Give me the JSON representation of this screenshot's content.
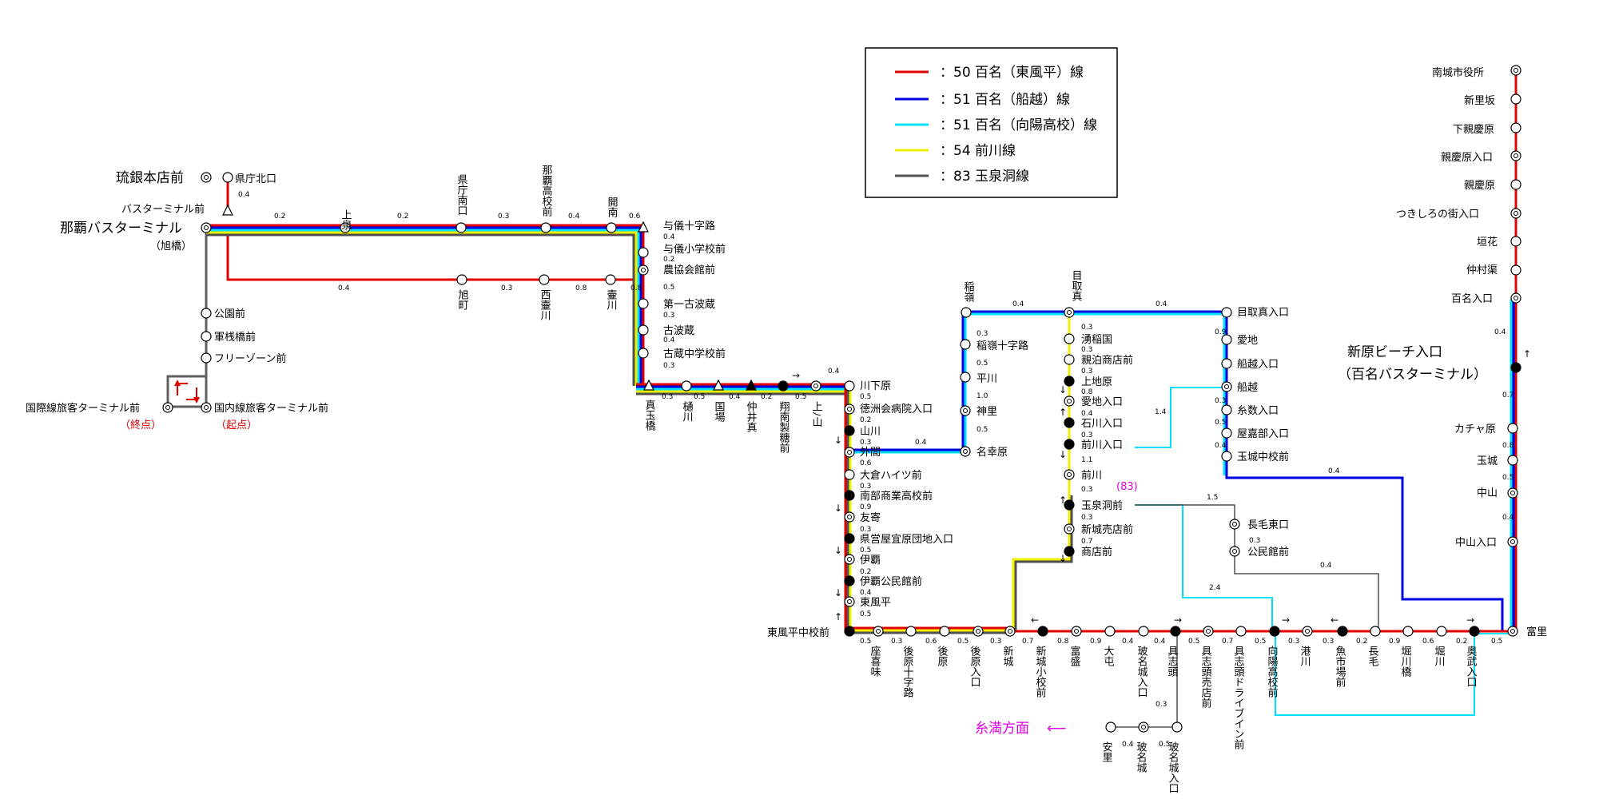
{
  "legend": {
    "items": [
      {
        "color": "#e00000",
        "label": "：50  百名（東風平）線"
      },
      {
        "color": "#0000e0",
        "label": "：51  百名（船越）線"
      },
      {
        "color": "#00e0ff",
        "label": "：51  百名（向陽高校）線"
      },
      {
        "color": "#f0f000",
        "label": "：54  前川線"
      },
      {
        "color": "#505050",
        "label": "：83  玉泉洞線"
      }
    ]
  },
  "labels": {
    "ryugin": "琉銀本店前",
    "kenchokitaguchi": "県庁北口",
    "busterminal_mae": "バスターミナル前",
    "naha_bt": "那覇バスターミナル",
    "asahibashi": "（旭橋）",
    "kenchominamiguchi": "県庁南口",
    "uenoizumi": "上泉",
    "naha_koukou": "那覇高校前",
    "kainan": "開南",
    "yogi_jujiro": "与儀十字路",
    "yogi_shogakko": "与儀小学校前",
    "nokyo_kaikan": "農協会館前",
    "daiichi_kohagura": "第一古波蔵",
    "kohagura": "古波蔵",
    "kohagura_chugakko": "古蔵中学校前",
    "asahimachi": "旭町",
    "nishitsubogawa": "西壷川",
    "tsubogawa": "壷川",
    "koenmae": "公園前",
    "gunsanbashi": "軍桟橋前",
    "free_zone": "フリーゾーン前",
    "kokusai": "国際線旅客ターミナル前",
    "kokunai": "国内線旅客ターミナル前",
    "shuten": "（終点）",
    "kiten": "（起点）",
    "madanbashi": "真玉橋",
    "hikawa": "樋川",
    "kokuba": "国場",
    "naka_imama": "仲井真",
    "shonan_seito": "翔南製糖前",
    "kamiyama": "上ﾉ山",
    "kawashimobaru": "川下原",
    "tokushukai": "徳洲会病院入口",
    "yamakawa": "山川",
    "hokama": "外間",
    "okura_heights": "大倉ハイツ前",
    "nanbu_shogyo": "南部商業高校前",
    "tomoyose": "友寄",
    "kenei_yaese": "県営屋宜原団地入口",
    "iha": "伊覇",
    "iha_kouminkan": "伊覇公民館前",
    "kochinda": "東風平",
    "kochinda_chugakko": "東風平中校前",
    "inamine": "稲嶺",
    "inamine_jujiro": "稲嶺十字路",
    "hirakawa": "平川",
    "kamisato_s": "神里",
    "nakoshibaru": "名幸原",
    "medoruma": "目取真",
    "medoruma_iriguchi": "目取真入口",
    "wakinaguni": "湧稲国",
    "oyadomari": "親泊商店前",
    "uechibaru": "上地原",
    "aichi_iriguchi": "愛地入口",
    "ishikawa_iriguchi": "石川入口",
    "maekawa_iriguchi": "前川入口",
    "maekawa": "前川",
    "gyokusendo": "玉泉洞前",
    "shinjo_baiten": "新城売店前",
    "shoten": "商店前",
    "aichi": "愛地",
    "funakoshi_iriguchi": "船越入口",
    "funakoshi": "船越",
    "itokazu_iriguchi": "糸数入口",
    "yakabu_iriguchi": "屋嘉部入口",
    "tamagusuku_chukou": "玉城中校前",
    "route83": "(83)",
    "nagake_higashi": "長毛東口",
    "kouminkan": "公民館前",
    "zakimi": "座喜味",
    "gohara_jujiro": "後原十字路",
    "gohara": "後原",
    "gohara_iriguchi": "後原入口",
    "shinjo": "新城",
    "shinjo_shoko": "新城小校前",
    "tomimori": "富盛",
    "ohzato": "大屯",
    "tamagusuku_iriguchi": "玻名城入口",
    "gushichan": "具志頭",
    "gushichan_baiten": "具志頭売店前",
    "gushichan_drivein": "具志頭ドライブイン前",
    "koyo_koukou": "向陽高校前",
    "minatogawa": "港川",
    "uoichiba": "魚市場前",
    "nagake": "長毛",
    "horikawabashi": "堀川橋",
    "horikawa": "堀川",
    "okutake_iriguchi": "奥武入口",
    "yaeyama": "富里",
    "itoman": "糸満方面",
    "arrow_left": "⟵",
    "asato": "安里",
    "hanagusuku": "玻名城",
    "hanagusuku_iriguchi": "玻名城入口",
    "nanjo_shiyakusho": "南城市役所",
    "shinzato_zaka": "新里坂",
    "shimo_oyakebaru": "下親慶原",
    "oyakebaru_iriguchi": "親慶原入口",
    "oyakebaru": "親慶原",
    "tsukishiro": "つきしろの街入口",
    "kakinohana": "垣花",
    "nakamurakari": "仲村渠",
    "hyakuna_iriguchi": "百名入口",
    "shinbaru_beach": "新原ビーチ入口",
    "hyakuna_bt": "（百名バスターミナル）",
    "kachabaru": "カチャ原",
    "tamagusuku": "玉城",
    "nakayama": "中山",
    "nakayama_iriguchi": "中山入口"
  },
  "distances": [
    "0.4",
    "0.2",
    "0.2",
    "0.3",
    "0.4",
    "0.6",
    "0.4",
    "0.2",
    "0.5",
    "0.3",
    "0.4",
    "0.3",
    "0.4",
    "0.3",
    "0.8",
    "0.8",
    "0.3",
    "0.5",
    "0.4",
    "0.2",
    "0.5",
    "0.4",
    "0.5",
    "0.2",
    "0.3",
    "0.6",
    "0.3",
    "0.9",
    "0.3",
    "0.5",
    "0.2",
    "0.4",
    "0.5",
    "0.4",
    "0.3",
    "0.5",
    "1.0",
    "0.5",
    "0.4",
    "0.4",
    "0.3",
    "0.3",
    "0.3",
    "0.8",
    "0.4",
    "0.3",
    "1.1",
    "0.3",
    "0.3",
    "0.7",
    "0.9",
    "0.3",
    "0.5",
    "0.4",
    "1.4",
    "1.5",
    "0.3",
    "0.4",
    "2.4",
    "0.4",
    "0.5",
    "0.3",
    "0.6",
    "0.5",
    "0.3",
    "0.7",
    "0.8",
    "0.9",
    "0.4",
    "0.4",
    "0.5",
    "0.7",
    "0.5",
    "0.3",
    "0.3",
    "0.2",
    "0.9",
    "0.6",
    "0.2",
    "0.5",
    "0.4",
    "0.5",
    "0.3",
    "0.4",
    "0.7",
    "0.8",
    "0.5",
    "0.4"
  ],
  "colors": {
    "route50": "#e00000",
    "route51_funakoshi": "#0000e0",
    "route51_koyo": "#00e0ff",
    "route54": "#f0f000",
    "route83": "#505050",
    "accent_red": "#e00000",
    "accent_magenta": "#e000e0"
  },
  "icons": [
    "terminal-stop-icon",
    "major-stop-icon",
    "minor-stop-icon",
    "one-way-stop-icon",
    "triangle-stop-icon",
    "loop-arrows-icon",
    "direction-arrow-icon"
  ]
}
